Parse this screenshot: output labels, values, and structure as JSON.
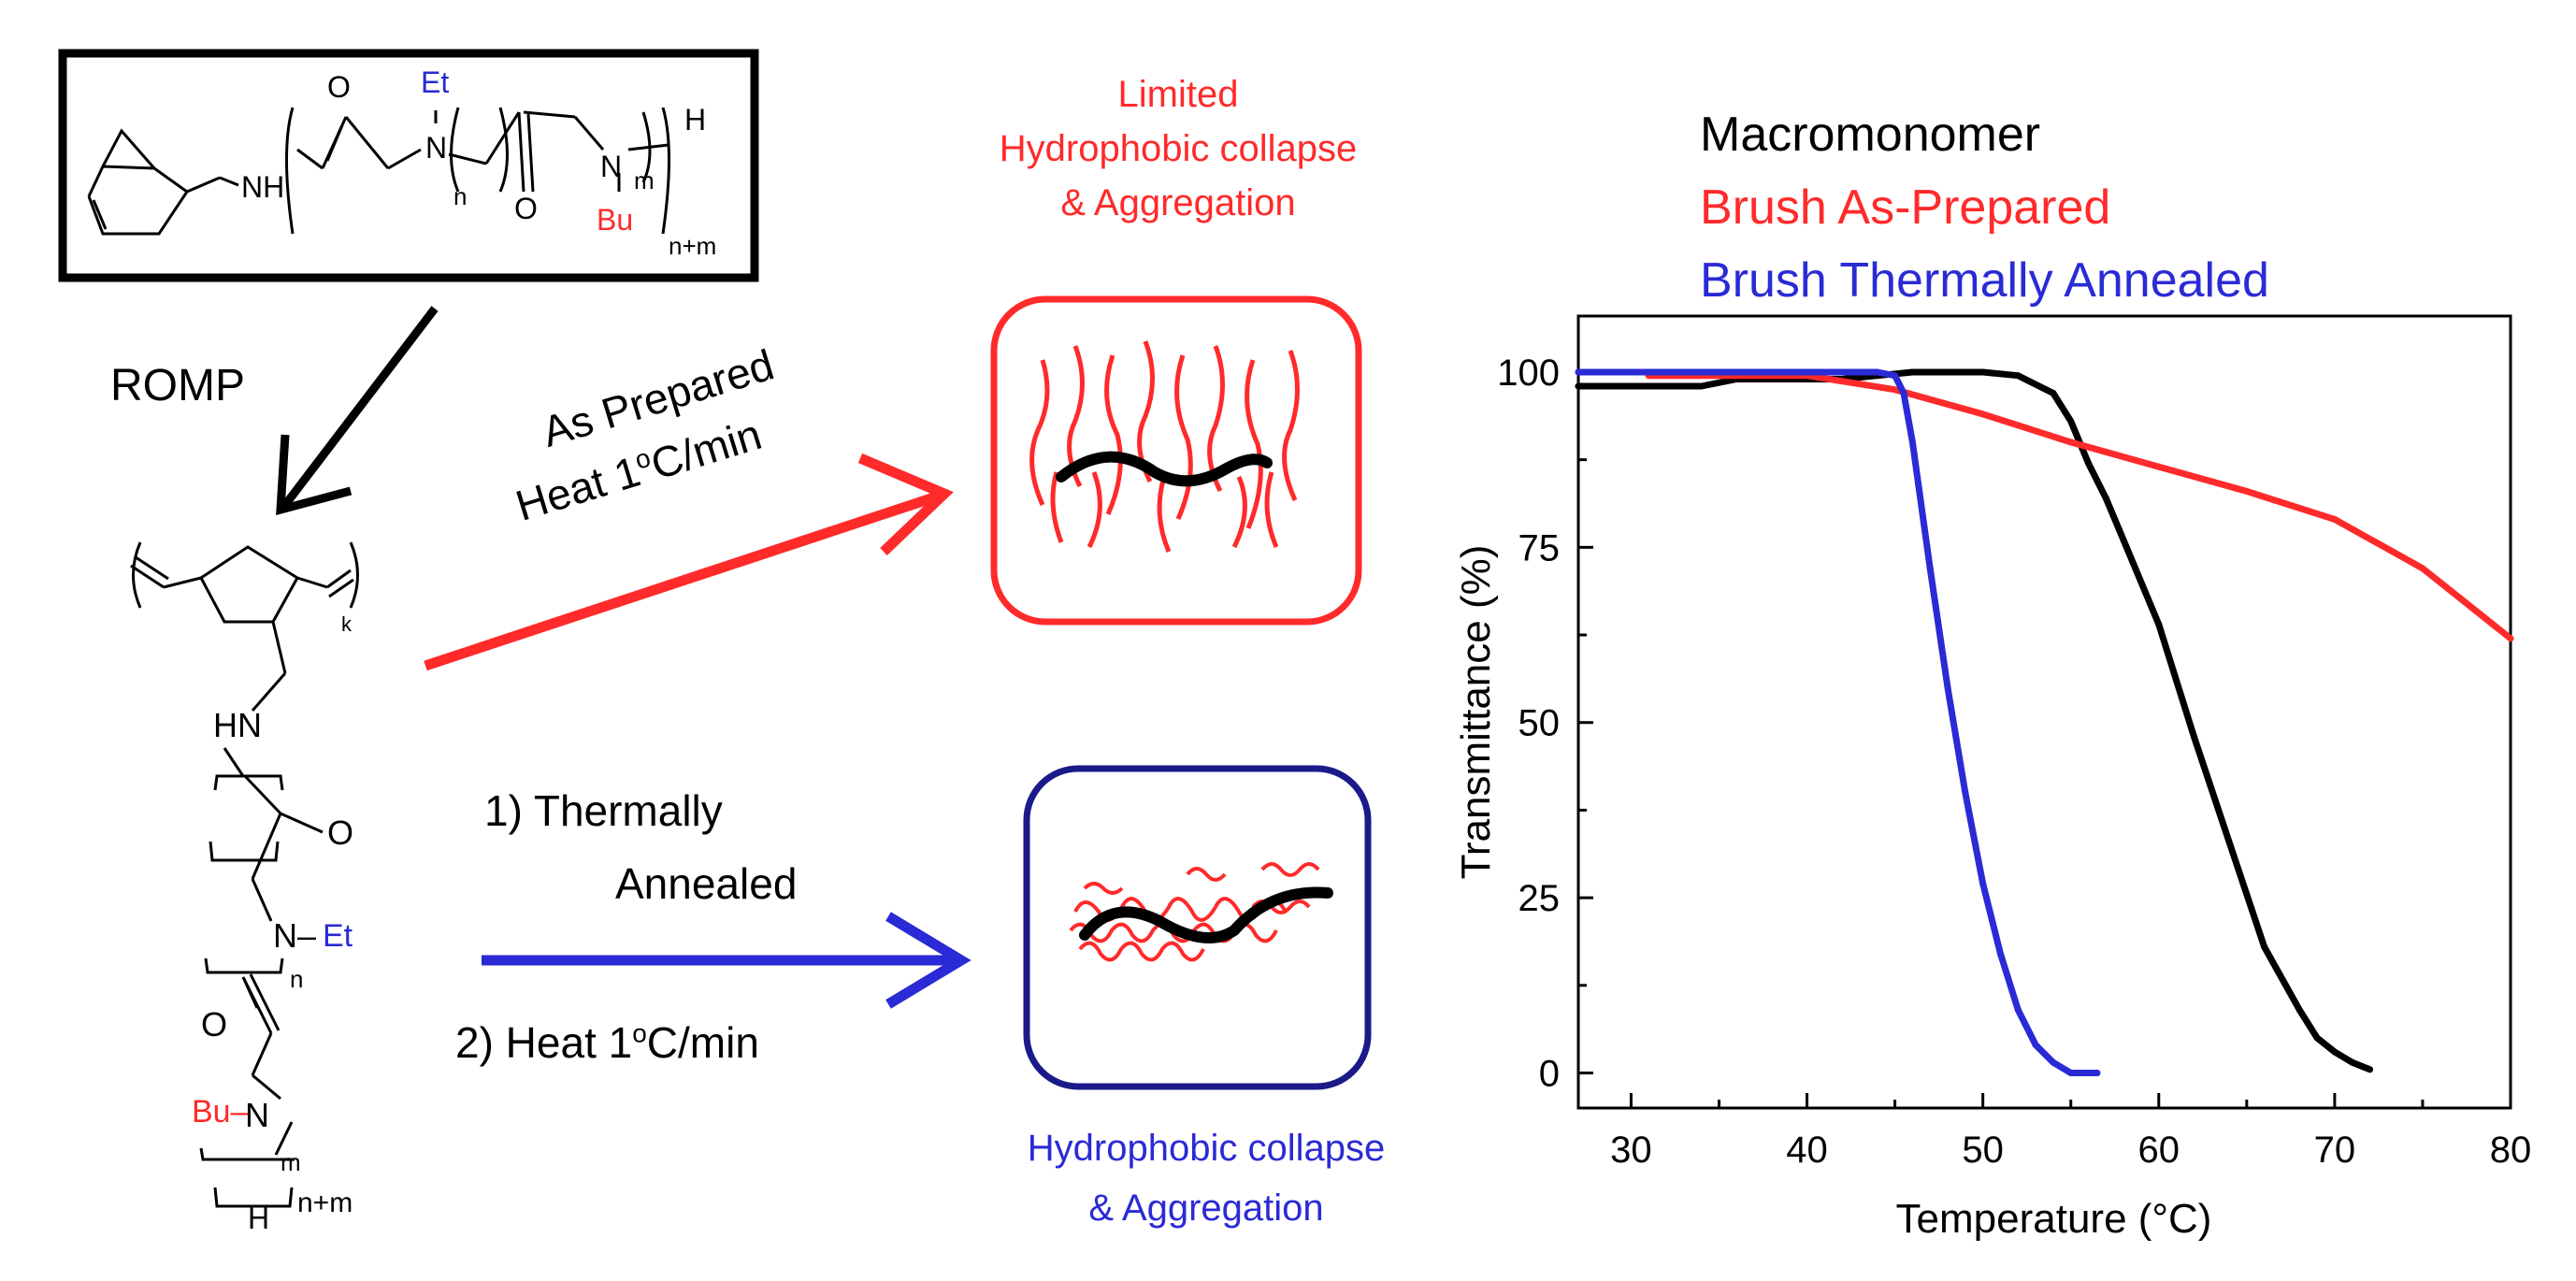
{
  "monomer": {
    "et": "Et",
    "bu": "Bu",
    "o1": "O",
    "o2": "O",
    "nh": "NH",
    "n1": "N",
    "n2": "N",
    "h": "H",
    "sub_n": "n",
    "sub_m": "m",
    "sub_nm": "n+m",
    "bracket_left": "[",
    "bracket_right": "]"
  },
  "romp_label": "ROMP",
  "polymer": {
    "hn": "HN",
    "sub_k": "k",
    "o1": "O",
    "o2": "O",
    "n_et": "N–",
    "et": "Et",
    "sub_n": "n",
    "bu": "Bu–",
    "n2": "N",
    "sub_m": "m",
    "h": "H",
    "sub_nm": "n+m"
  },
  "pathway_top": {
    "line1": "As Prepared",
    "line2_main": "Heat 1",
    "line2_sup": "o",
    "line2_end": "C/min",
    "color": "#ff2a2a"
  },
  "pathway_bottom": {
    "line1": "1)  Thermally",
    "line2": "Annealed",
    "line3_main": "2) Heat 1",
    "line3_sup": "o",
    "line3_end": "C/min",
    "color": "#2a2ad6"
  },
  "top_result": {
    "line1": "Limited",
    "line2": "Hydrophobic collapse",
    "line3": "& Aggregation"
  },
  "bottom_result": {
    "line1": "Hydrophobic collapse",
    "line2": "& Aggregation"
  },
  "legend": [
    {
      "label": "Macromonomer",
      "color": "#000000"
    },
    {
      "label": "Brush As-Prepared",
      "color": "#ff2a2a"
    },
    {
      "label": "Brush Thermally Annealed",
      "color": "#2a2ad6"
    }
  ],
  "chart_data": {
    "type": "line",
    "title": "",
    "xlabel": "Temperature (°C)",
    "ylabel": "Transmittance (%)",
    "xlim": [
      27,
      80
    ],
    "ylim": [
      -5,
      108
    ],
    "xticks": [
      30,
      40,
      50,
      60,
      70,
      80
    ],
    "yticks": [
      0,
      25,
      50,
      75,
      100
    ],
    "series": [
      {
        "name": "Macromonomer",
        "color": "#000000",
        "x": [
          27,
          34,
          36,
          42,
          44,
          46,
          50,
          52,
          54,
          55,
          56,
          57,
          58,
          60,
          62,
          64,
          66,
          68,
          69,
          70,
          71,
          72
        ],
        "y": [
          98,
          98,
          99,
          99,
          99.5,
          100,
          100,
          99.5,
          97,
          93,
          87,
          82,
          76,
          64,
          48,
          33,
          18,
          9,
          5,
          3,
          1.5,
          0.5
        ]
      },
      {
        "name": "Brush As-Prepared",
        "color": "#ff2a2a",
        "x": [
          31,
          35,
          40,
          45,
          50,
          55,
          60,
          65,
          70,
          75,
          80
        ],
        "y": [
          99.5,
          99.5,
          99.5,
          97.5,
          94,
          90,
          86.5,
          83,
          79,
          72,
          62
        ]
      },
      {
        "name": "Brush Thermally Annealed",
        "color": "#2a2ad6",
        "x": [
          27,
          44,
          45,
          45.5,
          46,
          47,
          48,
          49,
          50,
          51,
          52,
          53,
          54,
          55,
          56.5
        ],
        "y": [
          100,
          100,
          99.5,
          97,
          90,
          72,
          55,
          40,
          27,
          17,
          9,
          4,
          1.5,
          0,
          0
        ]
      }
    ]
  }
}
